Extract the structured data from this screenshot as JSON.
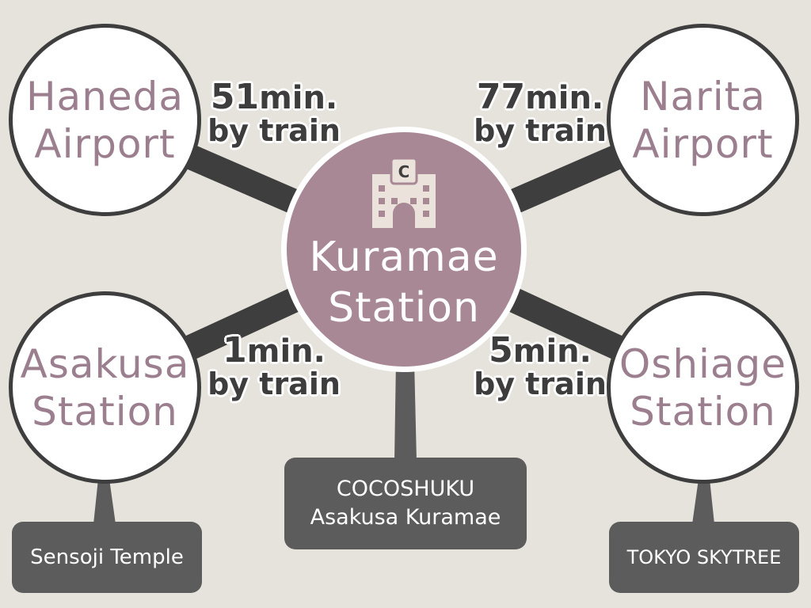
{
  "colors": {
    "background": "#e6e3dc",
    "connector": "#3e3e3e",
    "circle_fill": "#ffffff",
    "circle_text": "#9c7f8f",
    "center_fill": "#a88894",
    "callout_fill": "#5c5c5c"
  },
  "center": {
    "icon": "hotel-building-icon",
    "icon_letter": "C",
    "line1": "Kuramae",
    "line2": "Station"
  },
  "nodes": {
    "haneda": {
      "line1": "Haneda",
      "line2": "Airport"
    },
    "narita": {
      "line1": "Narita",
      "line2": "Airport"
    },
    "asakusa": {
      "line1": "Asakusa",
      "line2": "Station"
    },
    "oshiage": {
      "line1": "Oshiage",
      "line2": "Station"
    }
  },
  "routes": {
    "haneda": {
      "time": "51",
      "unit": "min.",
      "mode": "by train"
    },
    "narita": {
      "time": "77",
      "unit": "min.",
      "mode": "by train"
    },
    "asakusa": {
      "time": "1",
      "unit": "min.",
      "mode": "by train"
    },
    "oshiage": {
      "time": "5",
      "unit": "min.",
      "mode": "by train"
    }
  },
  "callouts": {
    "main": {
      "line1": "COCOSHUKU",
      "line2": "Asakusa Kuramae"
    },
    "sensoji": "Sensoji Temple",
    "skytree": "TOKYO SKYTREE"
  }
}
